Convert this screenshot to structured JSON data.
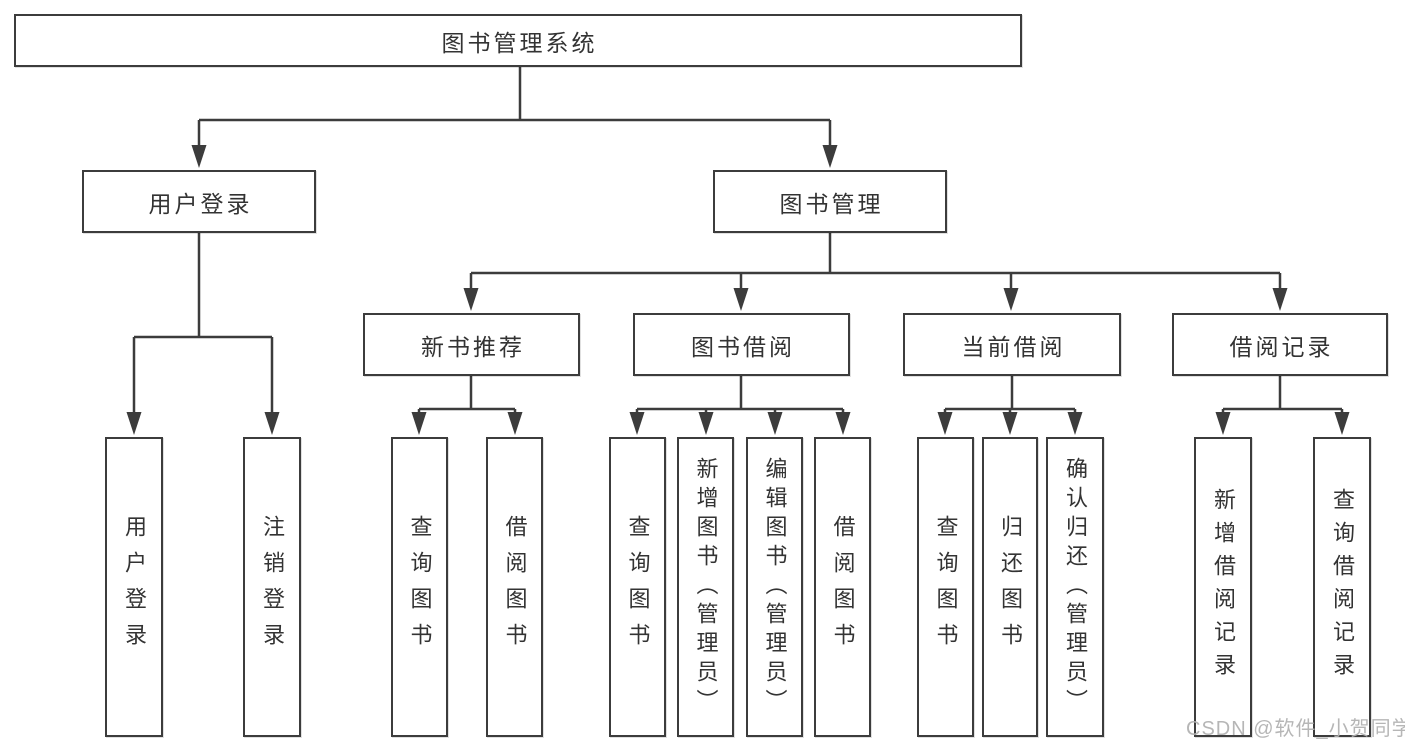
{
  "tree": {
    "label": "图书管理系统",
    "children": [
      {
        "label": "用户登录",
        "children": [
          {
            "label": "用户登录"
          },
          {
            "label": "注销登录"
          }
        ]
      },
      {
        "label": "图书管理",
        "children": [
          {
            "label": "新书推荐",
            "children": [
              {
                "label": "查询图书"
              },
              {
                "label": "借阅图书"
              }
            ]
          },
          {
            "label": "图书借阅",
            "children": [
              {
                "label": "查询图书"
              },
              {
                "label": "新增图书（管理员）"
              },
              {
                "label": "编辑图书（管理员）"
              },
              {
                "label": "借阅图书"
              }
            ]
          },
          {
            "label": "当前借阅",
            "children": [
              {
                "label": "查询图书"
              },
              {
                "label": "归还图书"
              },
              {
                "label": "确认归还（管理员）"
              }
            ]
          },
          {
            "label": "借阅记录",
            "children": [
              {
                "label": "新增借阅记录"
              },
              {
                "label": "查询借阅记录"
              }
            ]
          }
        ]
      }
    ]
  },
  "watermark": "CSDN @软件_小贺同学",
  "colors": {
    "line": "#3c3c3c",
    "text": "#333333",
    "watermark": "#b3b3b3",
    "background": "#ffffff"
  }
}
